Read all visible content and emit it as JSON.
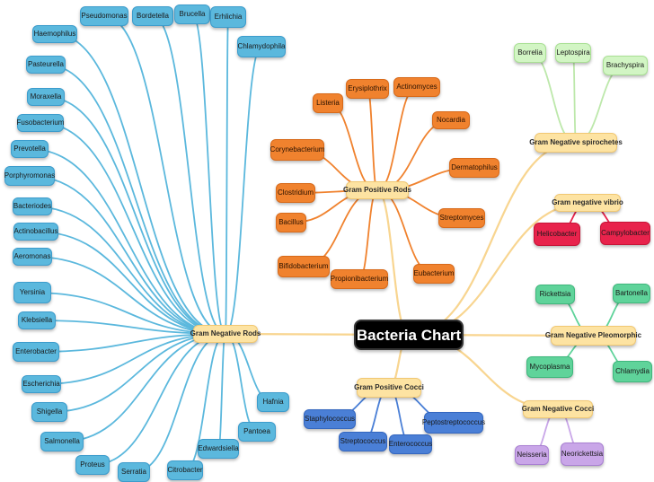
{
  "root": {
    "label": "Bacteria Chart"
  },
  "colors": {
    "gram_negative_rods": "#5bb8dd",
    "gram_positive_rods": "#f0822e",
    "spirochetes": "#d2f5c4",
    "vibrio": "#e8234c",
    "pleomorphic": "#5fd39a",
    "negative_cocci": "#c9a6e8",
    "positive_cocci": "#4a7fd6",
    "category": "#fde3a2",
    "root": "#000000"
  },
  "categories": {
    "gnr": {
      "label": "Gram Negative Rods",
      "items": [
        "Pseudomonas",
        "Bordetella",
        "Brucella",
        "Erhlichia",
        "Chlamydophila",
        "Haemophilus",
        "Pasteurella",
        "Moraxella",
        "Fusobacterium",
        "Prevotella",
        "Porphyromonas",
        "Bacteriodes",
        "Actinobacillus",
        "Aeromonas",
        "Yersinia",
        "Klebsiella",
        "Enterobacter",
        "Escherichia",
        "Shigella",
        "Salmonella",
        "Proteus",
        "Serratia",
        "Citrobacter",
        "Edwardsiella",
        "Pantoea",
        "Hafnia"
      ]
    },
    "gpr": {
      "label": "Gram Positive Rods",
      "items": [
        "Listeria",
        "Erysiplothrix",
        "Actinomyces",
        "Nocardia",
        "Dermatophilus",
        "Corynebacterium",
        "Clostridium",
        "Bacillus",
        "Streptomyces",
        "Bifidobacterium",
        "Propionibacterium",
        "Eubacterium"
      ]
    },
    "gns": {
      "label": "Gram Negative spirochetes",
      "items": [
        "Borrelia",
        "Leptospira",
        "Brachyspira"
      ]
    },
    "gnv": {
      "label": "Gram negative vibrio",
      "items": [
        "Helicobacter",
        "Campylobacter"
      ]
    },
    "gnp": {
      "label": "Gram Negative Pleomorphic",
      "items": [
        "Rickettsia",
        "Bartonella",
        "Mycoplasma",
        "Chlamydia"
      ]
    },
    "gnc": {
      "label": "Gram Negative Cocci",
      "items": [
        "Neisseria",
        "Neorickettsia"
      ]
    },
    "gpc": {
      "label": "Gram Positive Cocci",
      "items": [
        "Staphylococcus",
        "Peptostreptococcus",
        "Streptococcus",
        "Enterococcus"
      ]
    }
  }
}
